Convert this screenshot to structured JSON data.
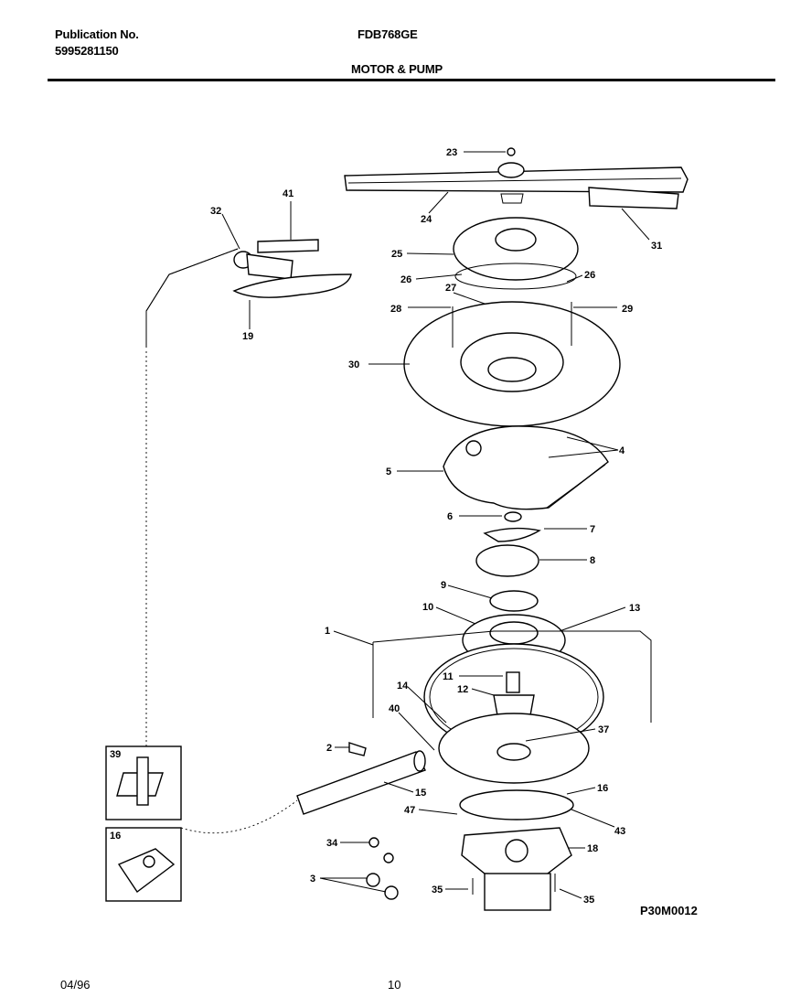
{
  "header": {
    "publication_label": "Publication No.",
    "publication_number": "5995281150",
    "model": "FDB768GE",
    "section_title": "MOTOR & PUMP"
  },
  "footer": {
    "date": "04/96",
    "page_number": "10"
  },
  "figure_code": "P30M0012",
  "part_labels": [
    "23",
    "41",
    "24",
    "32",
    "31",
    "25",
    "26",
    "26",
    "27",
    "28",
    "29",
    "19",
    "30",
    "4",
    "5",
    "6",
    "7",
    "8",
    "9",
    "10",
    "13",
    "1",
    "11",
    "12",
    "14",
    "40",
    "37",
    "2",
    "39",
    "15",
    "16",
    "47",
    "43",
    "18",
    "34",
    "16",
    "3",
    "35",
    "35"
  ]
}
